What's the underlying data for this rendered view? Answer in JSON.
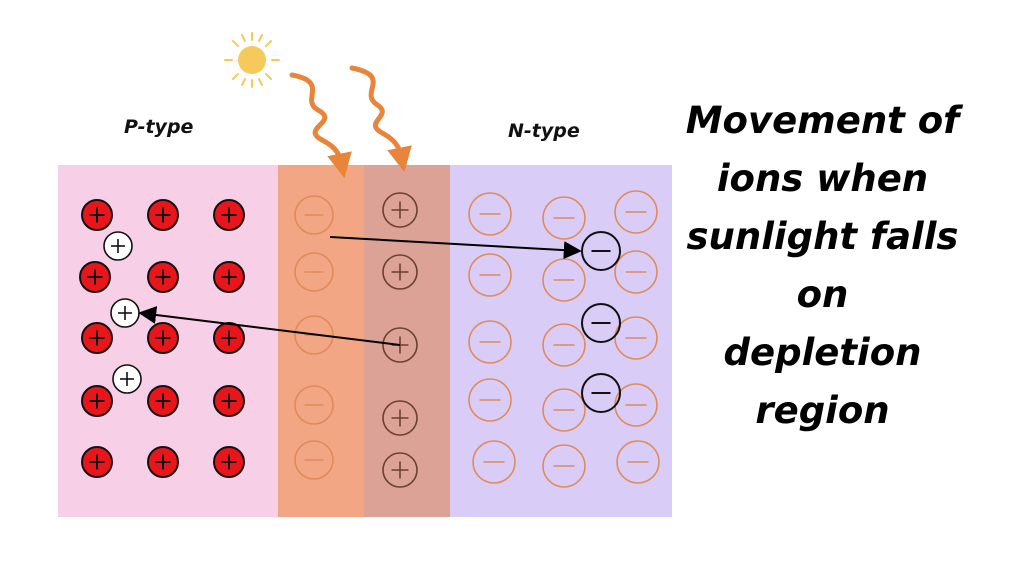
{
  "labels": {
    "p_type": "P-type",
    "n_type": "N-type"
  },
  "title_lines": [
    "Movement of",
    "ions when",
    "sunlight falls",
    "on",
    "depletion",
    "region"
  ],
  "icons": {
    "sun": "sun-icon",
    "light_rays": "wavy-arrow-icon"
  },
  "colors": {
    "p_region": "#f7cfe7",
    "depletion_left": "#f2a684",
    "depletion_right": "#dca296",
    "n_region": "#d9cdf7",
    "acceptor_ion_fill": "#e8161b",
    "hole_fill": "#ffffff",
    "faint_ion_stroke": "#e08a5a",
    "donor_ion_stroke": "#6b4030",
    "sun": "#f5c95a",
    "ray": "#e8853b"
  }
}
